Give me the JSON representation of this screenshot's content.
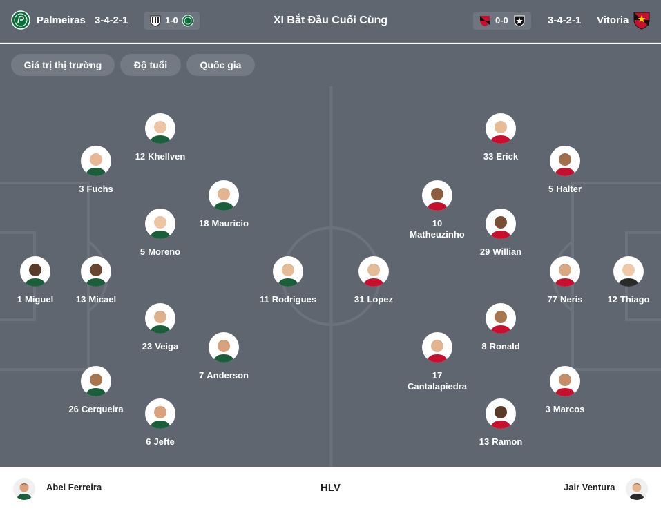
{
  "header": {
    "home_team": "Palmeiras",
    "home_formation": "3-4-2-1",
    "home_last_score": "1-0",
    "title": "XI Bắt Đầu Cuối Cùng",
    "away_last_score": "0-0",
    "away_formation": "3-4-2-1",
    "away_team": "Vitoria",
    "colors": {
      "palmeiras": "#0b6f3a",
      "santos": "#222222",
      "vitoria": "#c8102e",
      "botafogo": "#111111"
    }
  },
  "filters": [
    "Giá trị thị trường",
    "Độ tuổi",
    "Quốc gia"
  ],
  "pitch": {
    "colors": {
      "background": "#5f6670",
      "lines": "#6b727c"
    },
    "home_players": [
      {
        "number": "1",
        "name": "Miguel"
      },
      {
        "number": "13",
        "name": "Micael"
      },
      {
        "number": "3",
        "name": "Fuchs"
      },
      {
        "number": "26",
        "name": "Cerqueira"
      },
      {
        "number": "12",
        "name": "Khellven"
      },
      {
        "number": "5",
        "name": "Moreno"
      },
      {
        "number": "23",
        "name": "Veiga"
      },
      {
        "number": "6",
        "name": "Jefte"
      },
      {
        "number": "18",
        "name": "Mauricio"
      },
      {
        "number": "7",
        "name": "Anderson"
      },
      {
        "number": "11",
        "name": "Rodrigues"
      }
    ],
    "away_players": [
      {
        "number": "12",
        "name": "Thiago"
      },
      {
        "number": "77",
        "name": "Neris"
      },
      {
        "number": "5",
        "name": "Halter"
      },
      {
        "number": "3",
        "name": "Marcos"
      },
      {
        "number": "33",
        "name": "Erick"
      },
      {
        "number": "29",
        "name": "Willian"
      },
      {
        "number": "8",
        "name": "Ronald"
      },
      {
        "number": "13",
        "name": "Ramon"
      },
      {
        "number": "10",
        "name": "Matheuzinho"
      },
      {
        "number": "17",
        "name": "Cantalapiedra"
      },
      {
        "number": "31",
        "name": "Lopez"
      }
    ]
  },
  "coaches": {
    "home": "Abel Ferreira",
    "label": "HLV",
    "away": "Jair Ventura"
  }
}
